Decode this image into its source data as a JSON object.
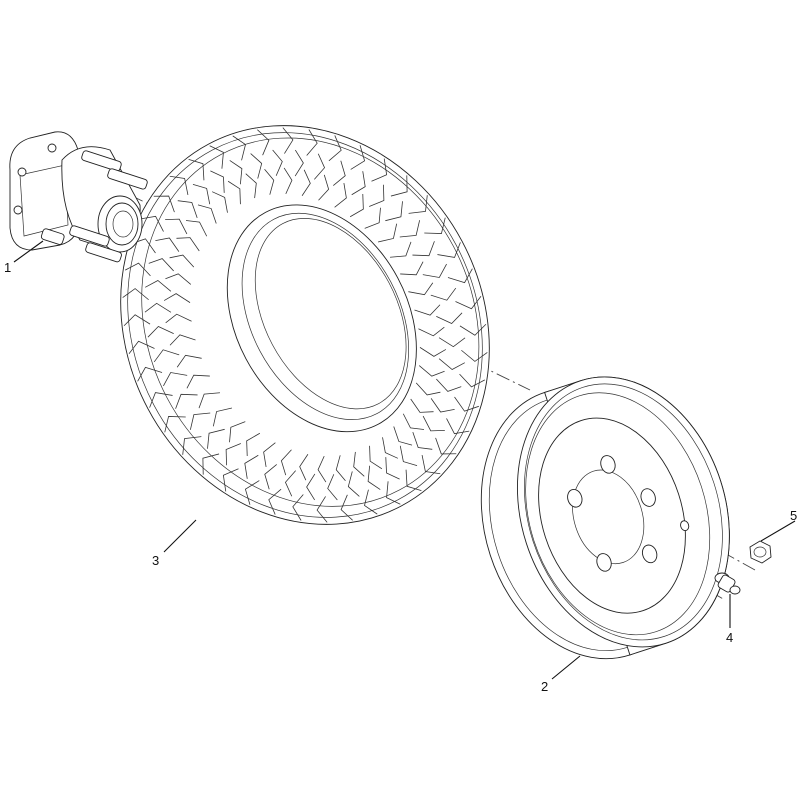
{
  "callouts": [
    {
      "id": "1",
      "label": "1",
      "part": "wheel-hub-assembly"
    },
    {
      "id": "2",
      "label": "2",
      "part": "rim"
    },
    {
      "id": "3",
      "label": "3",
      "part": "tire"
    },
    {
      "id": "4",
      "label": "4",
      "part": "valve-stem"
    },
    {
      "id": "5",
      "label": "5",
      "part": "lug-nut"
    }
  ]
}
